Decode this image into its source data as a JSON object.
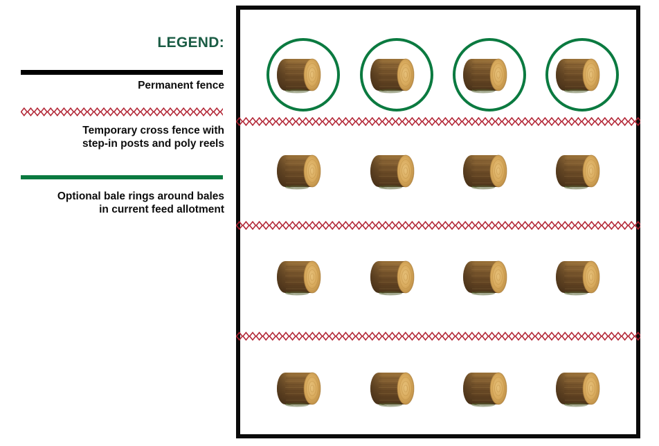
{
  "legend": {
    "title": "LEGEND:",
    "entries": [
      {
        "swatch": "solid-black-line",
        "label": "Permanent fence",
        "color": "#000000"
      },
      {
        "swatch": "red-diamond-chain-line",
        "label": "Temporary cross fence with\nstep-in posts and poly reels",
        "color": "#b02030"
      },
      {
        "swatch": "solid-green-line",
        "label": "Optional bale rings around bales\nin current feed allotment",
        "color": "#0b7a40"
      }
    ]
  },
  "diagram": {
    "name": "bale-grazing-paddock-layout",
    "border_color": "#0a0a0a",
    "background": "#ffffff",
    "permanent_fence_label": "Permanent fence",
    "columns": 4,
    "rows": [
      {
        "row_index": 0,
        "has_bale_rings": true,
        "bales": [
          "hay-bale",
          "hay-bale",
          "hay-bale",
          "hay-bale"
        ]
      },
      {
        "row_index": 1,
        "has_bale_rings": false,
        "bales": [
          "hay-bale",
          "hay-bale",
          "hay-bale",
          "hay-bale"
        ]
      },
      {
        "row_index": 2,
        "has_bale_rings": false,
        "bales": [
          "hay-bale",
          "hay-bale",
          "hay-bale",
          "hay-bale"
        ]
      },
      {
        "row_index": 3,
        "has_bale_rings": false,
        "bales": [
          "hay-bale",
          "hay-bale",
          "hay-bale",
          "hay-bale"
        ]
      }
    ],
    "cross_fences": [
      {
        "index": 0,
        "type": "temporary-cross-fence"
      },
      {
        "index": 1,
        "type": "temporary-cross-fence"
      },
      {
        "index": 2,
        "type": "temporary-cross-fence"
      }
    ]
  },
  "colors": {
    "legend_title": "#1a5c44",
    "bale_ring_green": "#0b7a40",
    "cross_fence_red": "#b02030",
    "permanent_fence_black": "#000000",
    "bale_body_dark": "#6b4a28",
    "bale_body_mid": "#8a6434",
    "bale_end_light": "#d9ab5e"
  }
}
